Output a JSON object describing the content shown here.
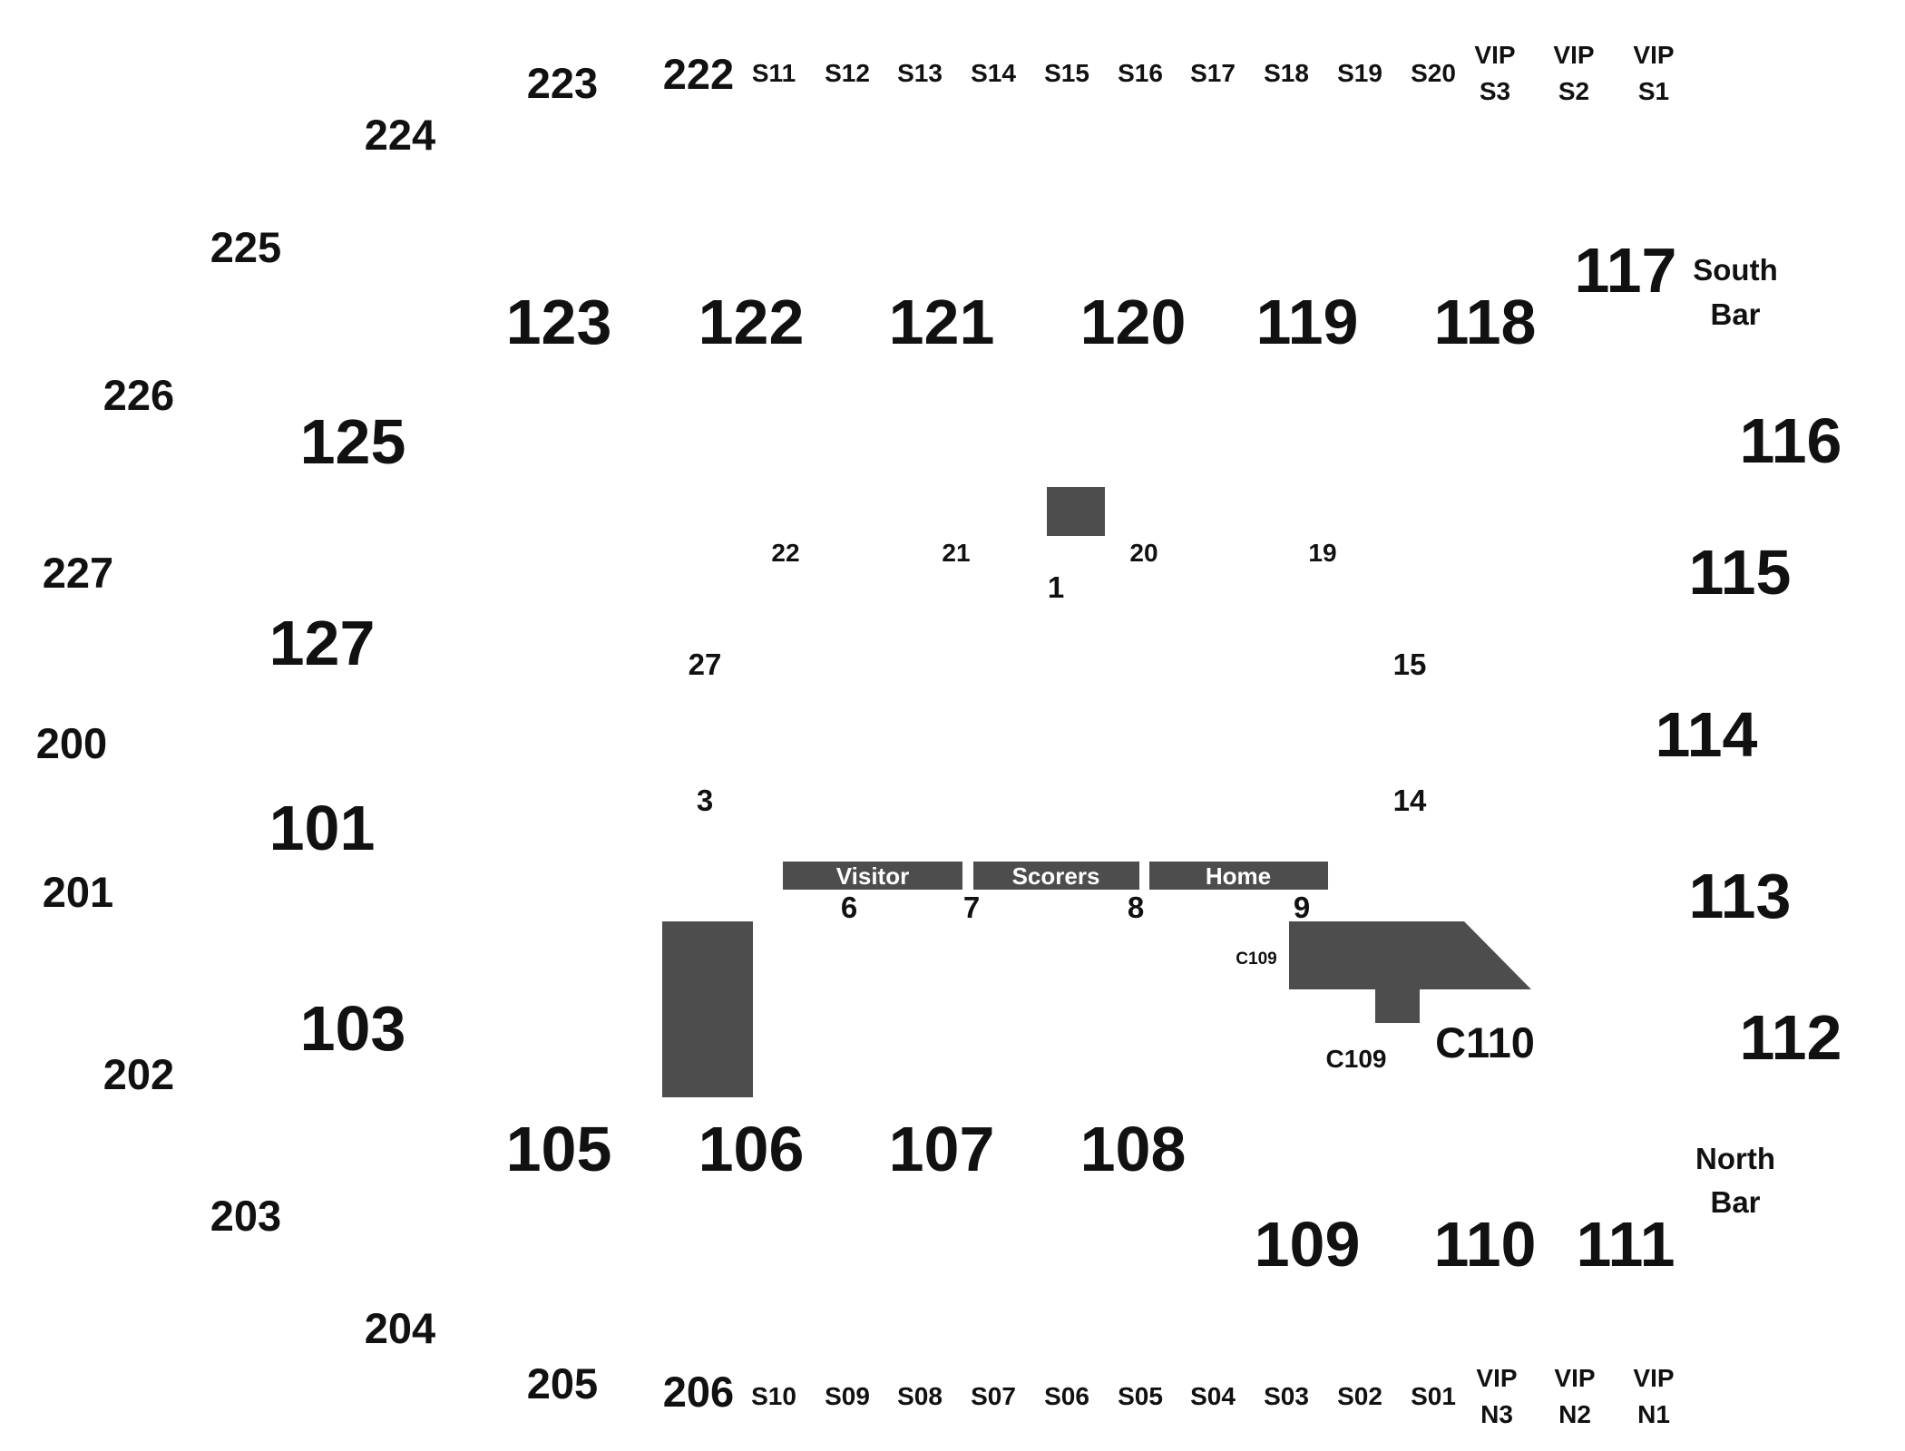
{
  "colors": {
    "background": "#ffffff",
    "text": "#111111",
    "block": "#4d4d4d",
    "bar_text": "#ffffff"
  },
  "lower_sections": {
    "s123": "123",
    "s122": "122",
    "s121": "121",
    "s120": "120",
    "s119": "119",
    "s118": "118",
    "s117": "117",
    "s116": "116",
    "s115": "115",
    "s114": "114",
    "s113": "113",
    "s112": "112",
    "s111": "111",
    "s110": "110",
    "s109": "109",
    "s108": "108",
    "s107": "107",
    "s106": "106",
    "s105": "105",
    "s103": "103",
    "s101": "101",
    "s127": "127",
    "s125": "125",
    "c110": "C110"
  },
  "upper_sections": {
    "s222": "222",
    "s223": "223",
    "s224": "224",
    "s225": "225",
    "s226": "226",
    "s227": "227",
    "s200": "200",
    "s201": "201",
    "s202": "202",
    "s203": "203",
    "s204": "204",
    "s205": "205",
    "s206": "206"
  },
  "suites_south": {
    "S11": "S11",
    "S12": "S12",
    "S13": "S13",
    "S14": "S14",
    "S15": "S15",
    "S16": "S16",
    "S17": "S17",
    "S18": "S18",
    "S19": "S19",
    "S20": "S20"
  },
  "suites_north": {
    "S10": "S10",
    "S09": "S09",
    "S08": "S08",
    "S07": "S07",
    "S06": "S06",
    "S05": "S05",
    "S04": "S04",
    "S03": "S03",
    "S02": "S02",
    "S01": "S01"
  },
  "vip": {
    "vip_word": "VIP",
    "S3": "S3",
    "S2": "S2",
    "S1": "S1",
    "N3": "N3",
    "N2": "N2",
    "N1": "N1"
  },
  "bars": {
    "south_line1": "South",
    "south_line2": "Bar",
    "north_line1": "North",
    "north_line2": "Bar"
  },
  "court_sections": {
    "c1": "1",
    "c3": "3",
    "c6": "6",
    "c7": "7",
    "c8": "8",
    "c9": "9",
    "c14": "14",
    "c15": "15",
    "c19": "19",
    "c20": "20",
    "c21": "21",
    "c22": "22",
    "c27": "27",
    "c109_small": "C109",
    "c109": "C109"
  },
  "benches": {
    "visitor": "Visitor",
    "scorers": "Scorers",
    "home": "Home"
  }
}
